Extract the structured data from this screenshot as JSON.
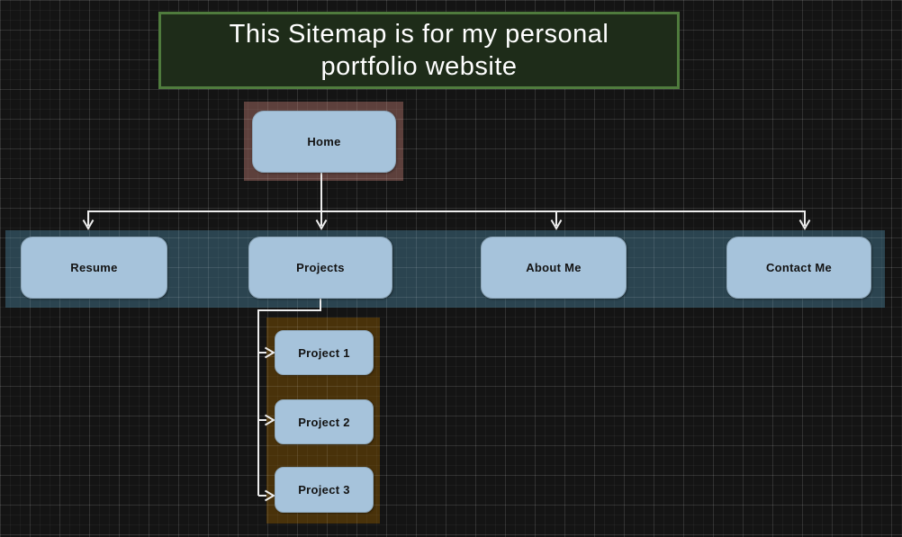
{
  "title": {
    "text": "This Sitemap is for my personal portfolio website"
  },
  "nodes": {
    "home": {
      "label": "Home"
    },
    "level1": [
      {
        "label": "Resume"
      },
      {
        "label": "Projects"
      },
      {
        "label": "About Me"
      },
      {
        "label": "Contact Me"
      }
    ],
    "projects_children": [
      {
        "label": "Project 1"
      },
      {
        "label": "Project 2"
      },
      {
        "label": "Project 3"
      }
    ]
  },
  "colors": {
    "canvas_background": "#141414",
    "title_fill": "#1e2c19",
    "title_border": "#4f7b3d",
    "title_text": "#ffffff",
    "home_container_fill": "#5d403c",
    "level1_band_fill": "#2b4450",
    "projects_container_fill": "#49320a",
    "node_fill": "#a6c3db",
    "node_text": "#131313",
    "connector_line": "#ededed"
  }
}
